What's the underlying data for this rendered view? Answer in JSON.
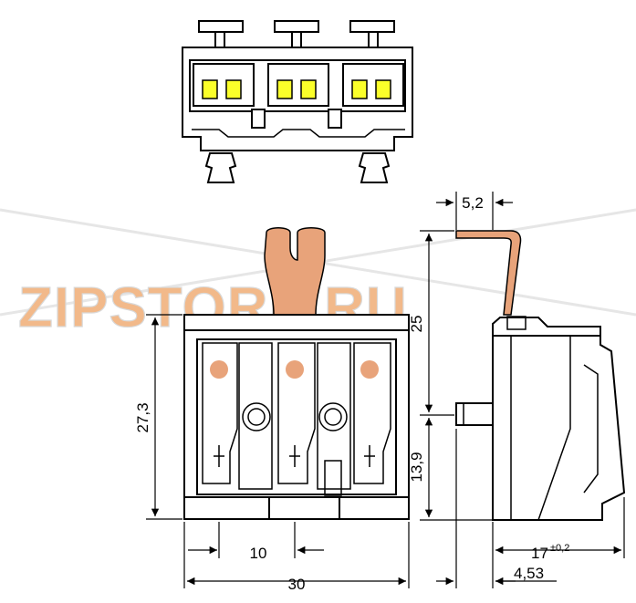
{
  "watermark": {
    "text": "ZIPSTORE.RU",
    "color": "#f2b98a"
  },
  "colors": {
    "line": "#000000",
    "accent": "#e8a37a",
    "contact": "#fbff2a",
    "watermark": "#f2b98a"
  },
  "dimensions": {
    "width_total": "30",
    "pitch": "10",
    "height_front": "27,3",
    "height_lever": "25",
    "height_lower": "13,9",
    "lever_offset": "5,2",
    "depth": "17",
    "depth_tolerance": "±0,2",
    "depth_sub": "4,53"
  }
}
